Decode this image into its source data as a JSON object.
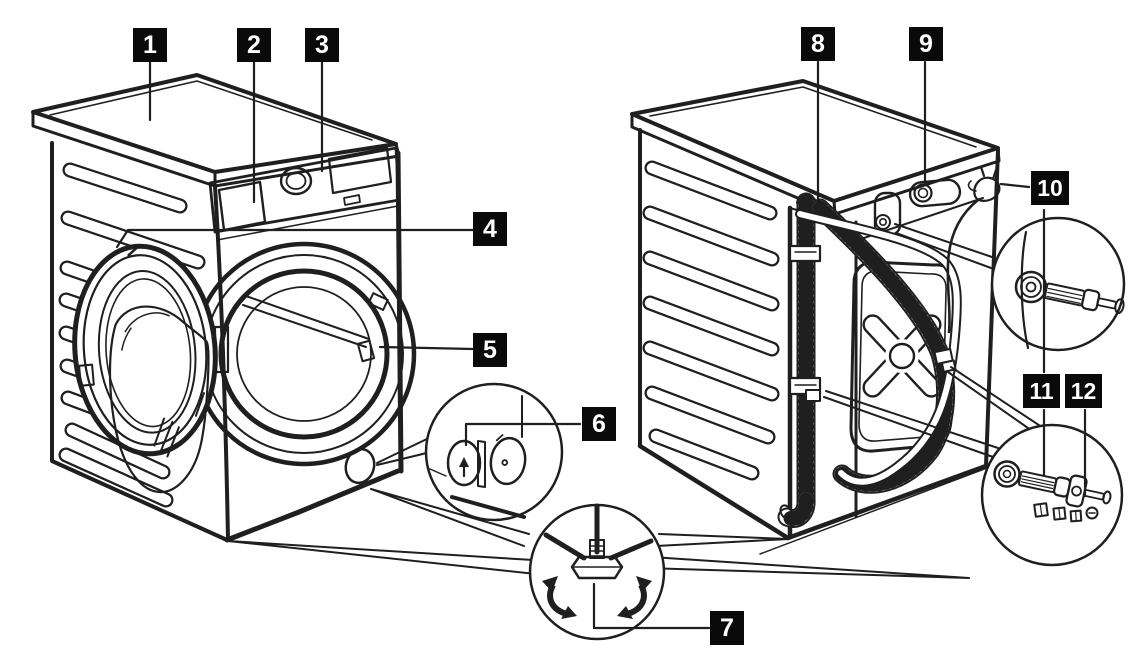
{
  "diagram": {
    "colors": {
      "background": "#ffffff",
      "line": "#1f1f1f",
      "label_background": "#0a0a0a",
      "label_text": "#ffffff"
    },
    "callouts": [
      {
        "number": "1"
      },
      {
        "number": "2"
      },
      {
        "number": "3"
      },
      {
        "number": "4"
      },
      {
        "number": "5"
      },
      {
        "number": "6"
      },
      {
        "number": "7"
      },
      {
        "number": "8"
      },
      {
        "number": "9"
      },
      {
        "number": "10"
      },
      {
        "number": "11"
      },
      {
        "number": "12"
      }
    ]
  }
}
